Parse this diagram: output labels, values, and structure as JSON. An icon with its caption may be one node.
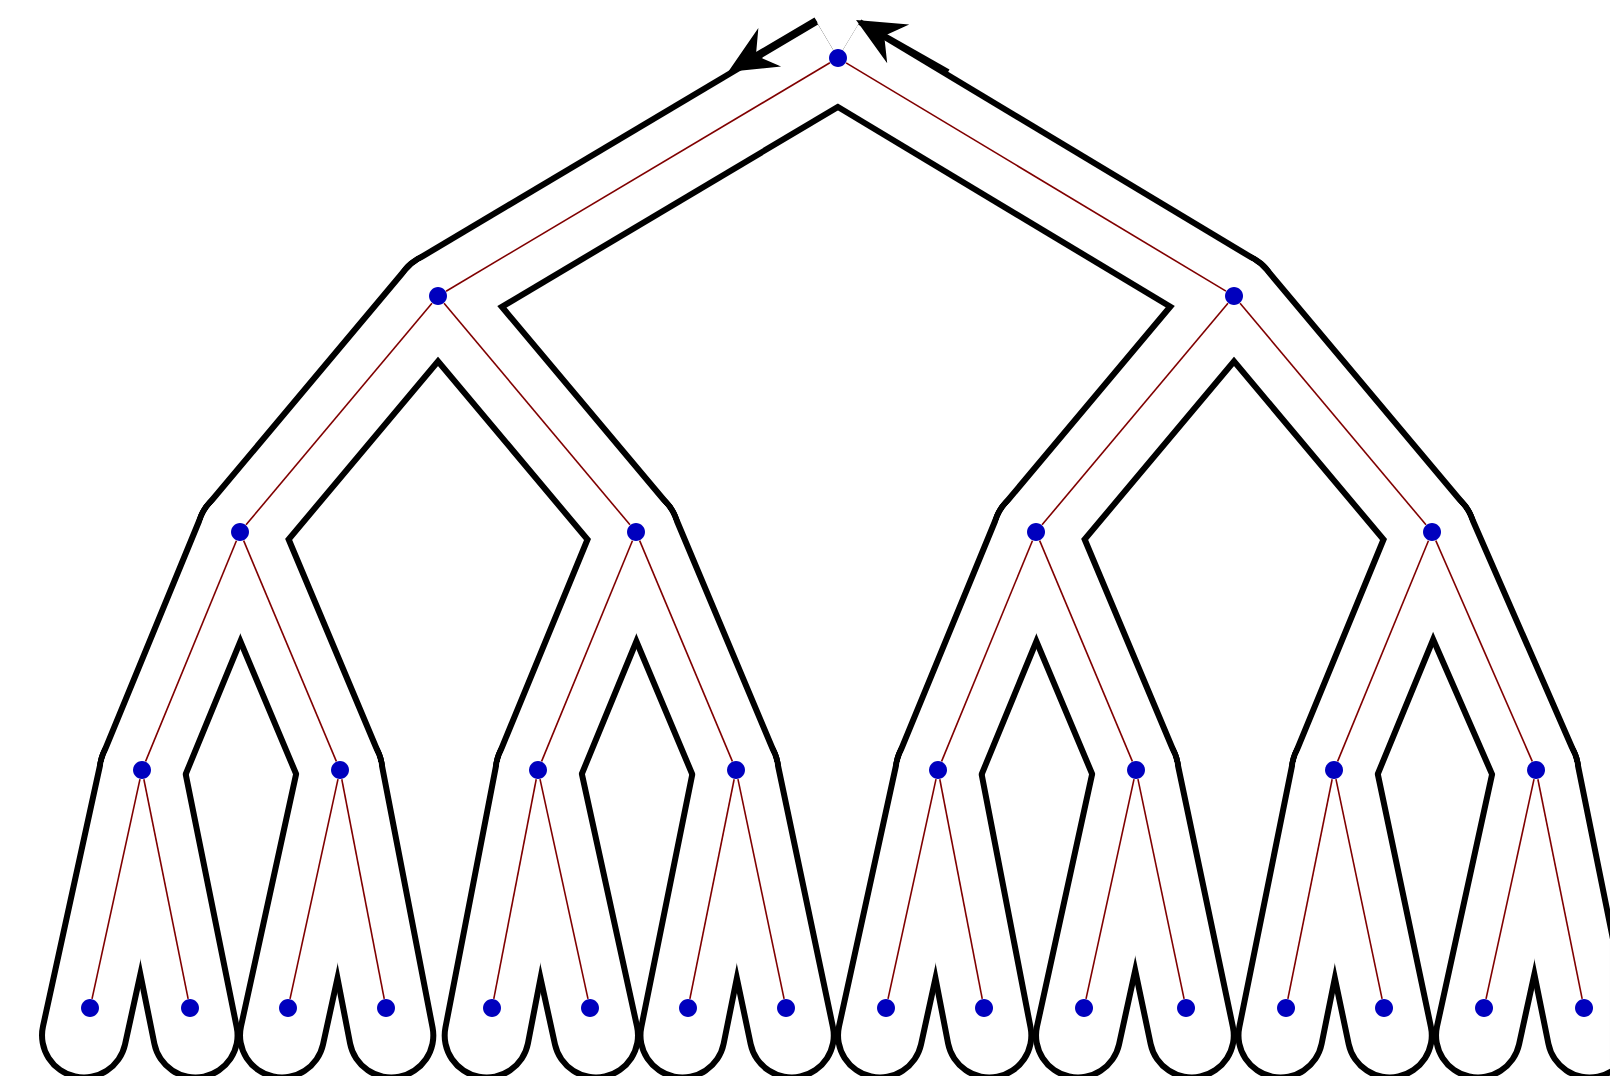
{
  "diagram": {
    "nodes": [
      {
        "text": [],
        "shape": "circle"
      },
      {
        "text": [],
        "shape": "circle"
      },
      {
        "text": [],
        "shape": "circle"
      },
      {
        "text": [],
        "shape": "circle"
      },
      {
        "text": [],
        "shape": "circle"
      },
      {
        "text": [],
        "shape": "circle"
      },
      {
        "text": [],
        "shape": "circle"
      },
      {
        "text": [],
        "shape": "circle"
      },
      {
        "text": [],
        "shape": "circle"
      },
      {
        "text": [],
        "shape": "circle"
      },
      {
        "text": [],
        "shape": "circle"
      },
      {
        "text": [],
        "shape": "circle"
      },
      {
        "text": [],
        "shape": "circle"
      },
      {
        "text": [],
        "shape": "circle"
      },
      {
        "text": [],
        "shape": "circle"
      },
      {
        "text": [],
        "shape": "circle"
      },
      {
        "text": [],
        "shape": "circle"
      },
      {
        "text": [],
        "shape": "circle"
      },
      {
        "text": [],
        "shape": "circle"
      },
      {
        "text": [],
        "shape": "circle"
      },
      {
        "text": [],
        "shape": "circle"
      },
      {
        "text": [],
        "shape": "circle"
      },
      {
        "text": [],
        "shape": "circle"
      },
      {
        "text": [],
        "shape": "circle"
      },
      {
        "text": [],
        "shape": "circle"
      },
      {
        "text": [],
        "shape": "circle"
      },
      {
        "text": [],
        "shape": "circle"
      },
      {
        "text": [],
        "shape": "circle"
      },
      {
        "text": [],
        "shape": "circle"
      },
      {
        "text": [],
        "shape": "circle"
      },
      {
        "text": [],
        "shape": "circle"
      }
    ],
    "edges": [
      {
        "from": 0,
        "to": 1,
        "arrow": "none"
      },
      {
        "from": 0,
        "to": 2,
        "arrow": "none"
      },
      {
        "from": 1,
        "to": 3,
        "arrow": "none"
      },
      {
        "from": 1,
        "to": 4,
        "arrow": "none"
      },
      {
        "from": 2,
        "to": 5,
        "arrow": "none"
      },
      {
        "from": 2,
        "to": 6,
        "arrow": "none"
      },
      {
        "from": 3,
        "to": 7,
        "arrow": "none"
      },
      {
        "from": 3,
        "to": 8,
        "arrow": "none"
      },
      {
        "from": 4,
        "to": 9,
        "arrow": "none"
      },
      {
        "from": 4,
        "to": 10,
        "arrow": "none"
      },
      {
        "from": 5,
        "to": 11,
        "arrow": "none"
      },
      {
        "from": 5,
        "to": 12,
        "arrow": "none"
      },
      {
        "from": 6,
        "to": 13,
        "arrow": "none"
      },
      {
        "from": 6,
        "to": 14,
        "arrow": "none"
      },
      {
        "from": 7,
        "to": 15,
        "arrow": "none"
      },
      {
        "from": 7,
        "to": 16,
        "arrow": "none"
      },
      {
        "from": 8,
        "to": 17,
        "arrow": "none"
      },
      {
        "from": 8,
        "to": 18,
        "arrow": "none"
      },
      {
        "from": 9,
        "to": 19,
        "arrow": "none"
      },
      {
        "from": 9,
        "to": 20,
        "arrow": "none"
      },
      {
        "from": 10,
        "to": 21,
        "arrow": "none"
      },
      {
        "from": 10,
        "to": 22,
        "arrow": "none"
      },
      {
        "from": 11,
        "to": 23,
        "arrow": "none"
      },
      {
        "from": 11,
        "to": 24,
        "arrow": "none"
      },
      {
        "from": 12,
        "to": 25,
        "arrow": "none"
      },
      {
        "from": 12,
        "to": 26,
        "arrow": "none"
      },
      {
        "from": 13,
        "to": 27,
        "arrow": "none"
      },
      {
        "from": 13,
        "to": 28,
        "arrow": "none"
      },
      {
        "from": 14,
        "to": 29,
        "arrow": "none"
      },
      {
        "from": 14,
        "to": 30,
        "arrow": "none"
      }
    ]
  }
}
